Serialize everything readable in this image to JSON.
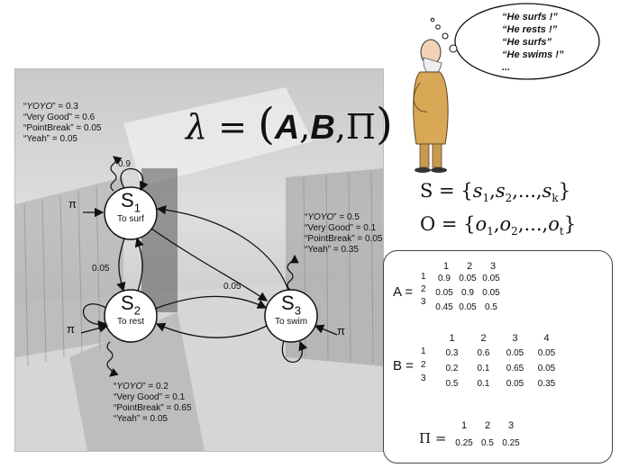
{
  "formula": {
    "lambda": "λ = ",
    "open": "(",
    "A": "A",
    "comma1": ",",
    "B": "B",
    "comma2": ",",
    "Pi": "Π",
    "close": ")"
  },
  "set_S": {
    "left": "S = {",
    "s1": "s",
    "s1sub": "1",
    "c1": ",",
    "s2": "s",
    "s2sub": "2",
    "dots": ",...,",
    "sk": "s",
    "sksub": "k",
    "right": "}"
  },
  "set_O": {
    "left": "O = {",
    "o1": "o",
    "o1sub": "1",
    "c1": ",",
    "o2": "o",
    "o2sub": "2",
    "dots": ",...,",
    "ot": "o",
    "otsub": "t",
    "right": "}"
  },
  "thought_lines": [
    "“He surfs !”",
    "“He rests !”",
    "“He surfs”",
    "“He swims !”",
    "..."
  ],
  "states": [
    {
      "name": "S",
      "sub": "1",
      "label": "To surf"
    },
    {
      "name": "S",
      "sub": "2",
      "label": "To rest"
    },
    {
      "name": "S",
      "sub": "3",
      "label": "To swim"
    }
  ],
  "pi_label": "π",
  "transitions": {
    "s1_self": "0.9",
    "s1_s2": "0.05",
    "s1_s3": "0.05"
  },
  "emissions": {
    "s1": [
      [
        "YOYO",
        " = 0.3"
      ],
      [
        "“Very Good” = 0.6"
      ],
      [
        "“PointBreak” = 0.05"
      ],
      [
        "“Yeah” = 0.05"
      ]
    ],
    "s2": [
      [
        "YOYO",
        " = 0.2"
      ],
      [
        "“Very Good” = 0.1"
      ],
      [
        "“PointBreak” = 0.65"
      ],
      [
        "“Yeah” = 0.05"
      ]
    ],
    "s3": [
      [
        "YOYO",
        " = 0.5"
      ],
      [
        "“Very Good” = 0.1"
      ],
      [
        "“PointBreak” = 0.05"
      ],
      [
        "“Yeah” = 0.35"
      ]
    ]
  },
  "matrix_A": {
    "label": "A =",
    "cols": [
      "1",
      "2",
      "3"
    ],
    "rows": [
      "1",
      "2",
      "3"
    ],
    "values": [
      [
        "0.9",
        "0.05",
        "0.05"
      ],
      [
        "0.05",
        "0.9",
        "0.05"
      ],
      [
        "0.45",
        "0.05",
        "0.5"
      ]
    ]
  },
  "matrix_B": {
    "label": "B =",
    "cols": [
      "1",
      "2",
      "3",
      "4"
    ],
    "rows": [
      "1",
      "2",
      "3"
    ],
    "values": [
      [
        "0.3",
        "0.6",
        "0.05",
        "0.05"
      ],
      [
        "0.2",
        "0.1",
        "0.65",
        "0.05"
      ],
      [
        "0.5",
        "0.1",
        "0.05",
        "0.35"
      ]
    ]
  },
  "matrix_Pi": {
    "label": "Π =",
    "cols": [
      "1",
      "2",
      "3"
    ],
    "values": [
      "0.25",
      "0.5",
      "0.25"
    ]
  }
}
